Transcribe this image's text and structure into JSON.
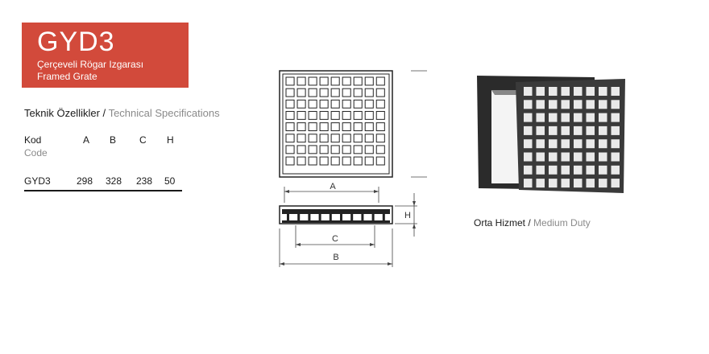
{
  "header": {
    "code": "GYD3",
    "name_tr": "Çerçeveli Rögar Izgarası",
    "name_en": "Framed Grate",
    "color": "#d24a3b"
  },
  "specs": {
    "title_tr": "Teknik Özellikler",
    "separator": "/",
    "title_en": "Technical Specifications",
    "columns": {
      "kod": "Kod",
      "code": "Code",
      "a": "A",
      "b": "B",
      "c": "C",
      "h": "H"
    },
    "row": {
      "code": "GYD3",
      "a": "298",
      "b": "328",
      "c": "238",
      "h": "50"
    }
  },
  "drawing": {
    "label_a": "A",
    "label_b": "B",
    "label_c": "C",
    "label_h": "H",
    "label_b2": "B"
  },
  "caption": {
    "tr": "Orta Hizmet",
    "separator": "/",
    "en": "Medium Duty"
  }
}
